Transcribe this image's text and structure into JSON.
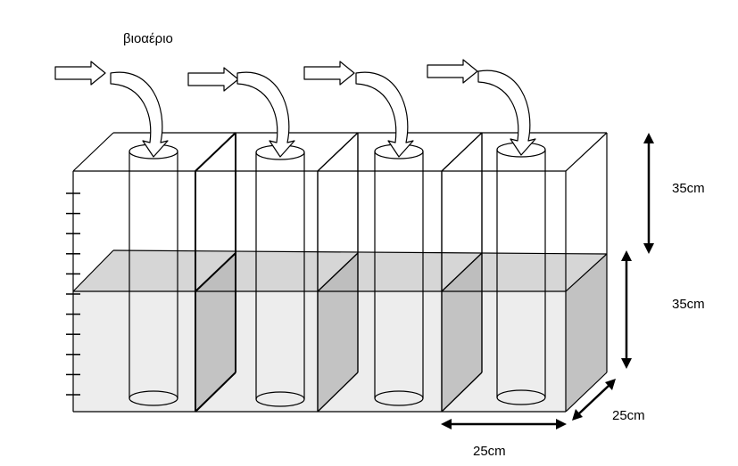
{
  "labels": {
    "gas": "βιοαέριο",
    "height_top": "35cm",
    "height_bottom": "35cm",
    "width": "25cm",
    "depth": "25cm"
  },
  "colors": {
    "line": "#000000",
    "water_front": "#ededed",
    "water_top": "#d6d6d6",
    "water_side": "#c2c2c2",
    "arrow_fill": "#ffffff"
  },
  "structure": {
    "compartments": 4,
    "scale_ticks": 11
  }
}
